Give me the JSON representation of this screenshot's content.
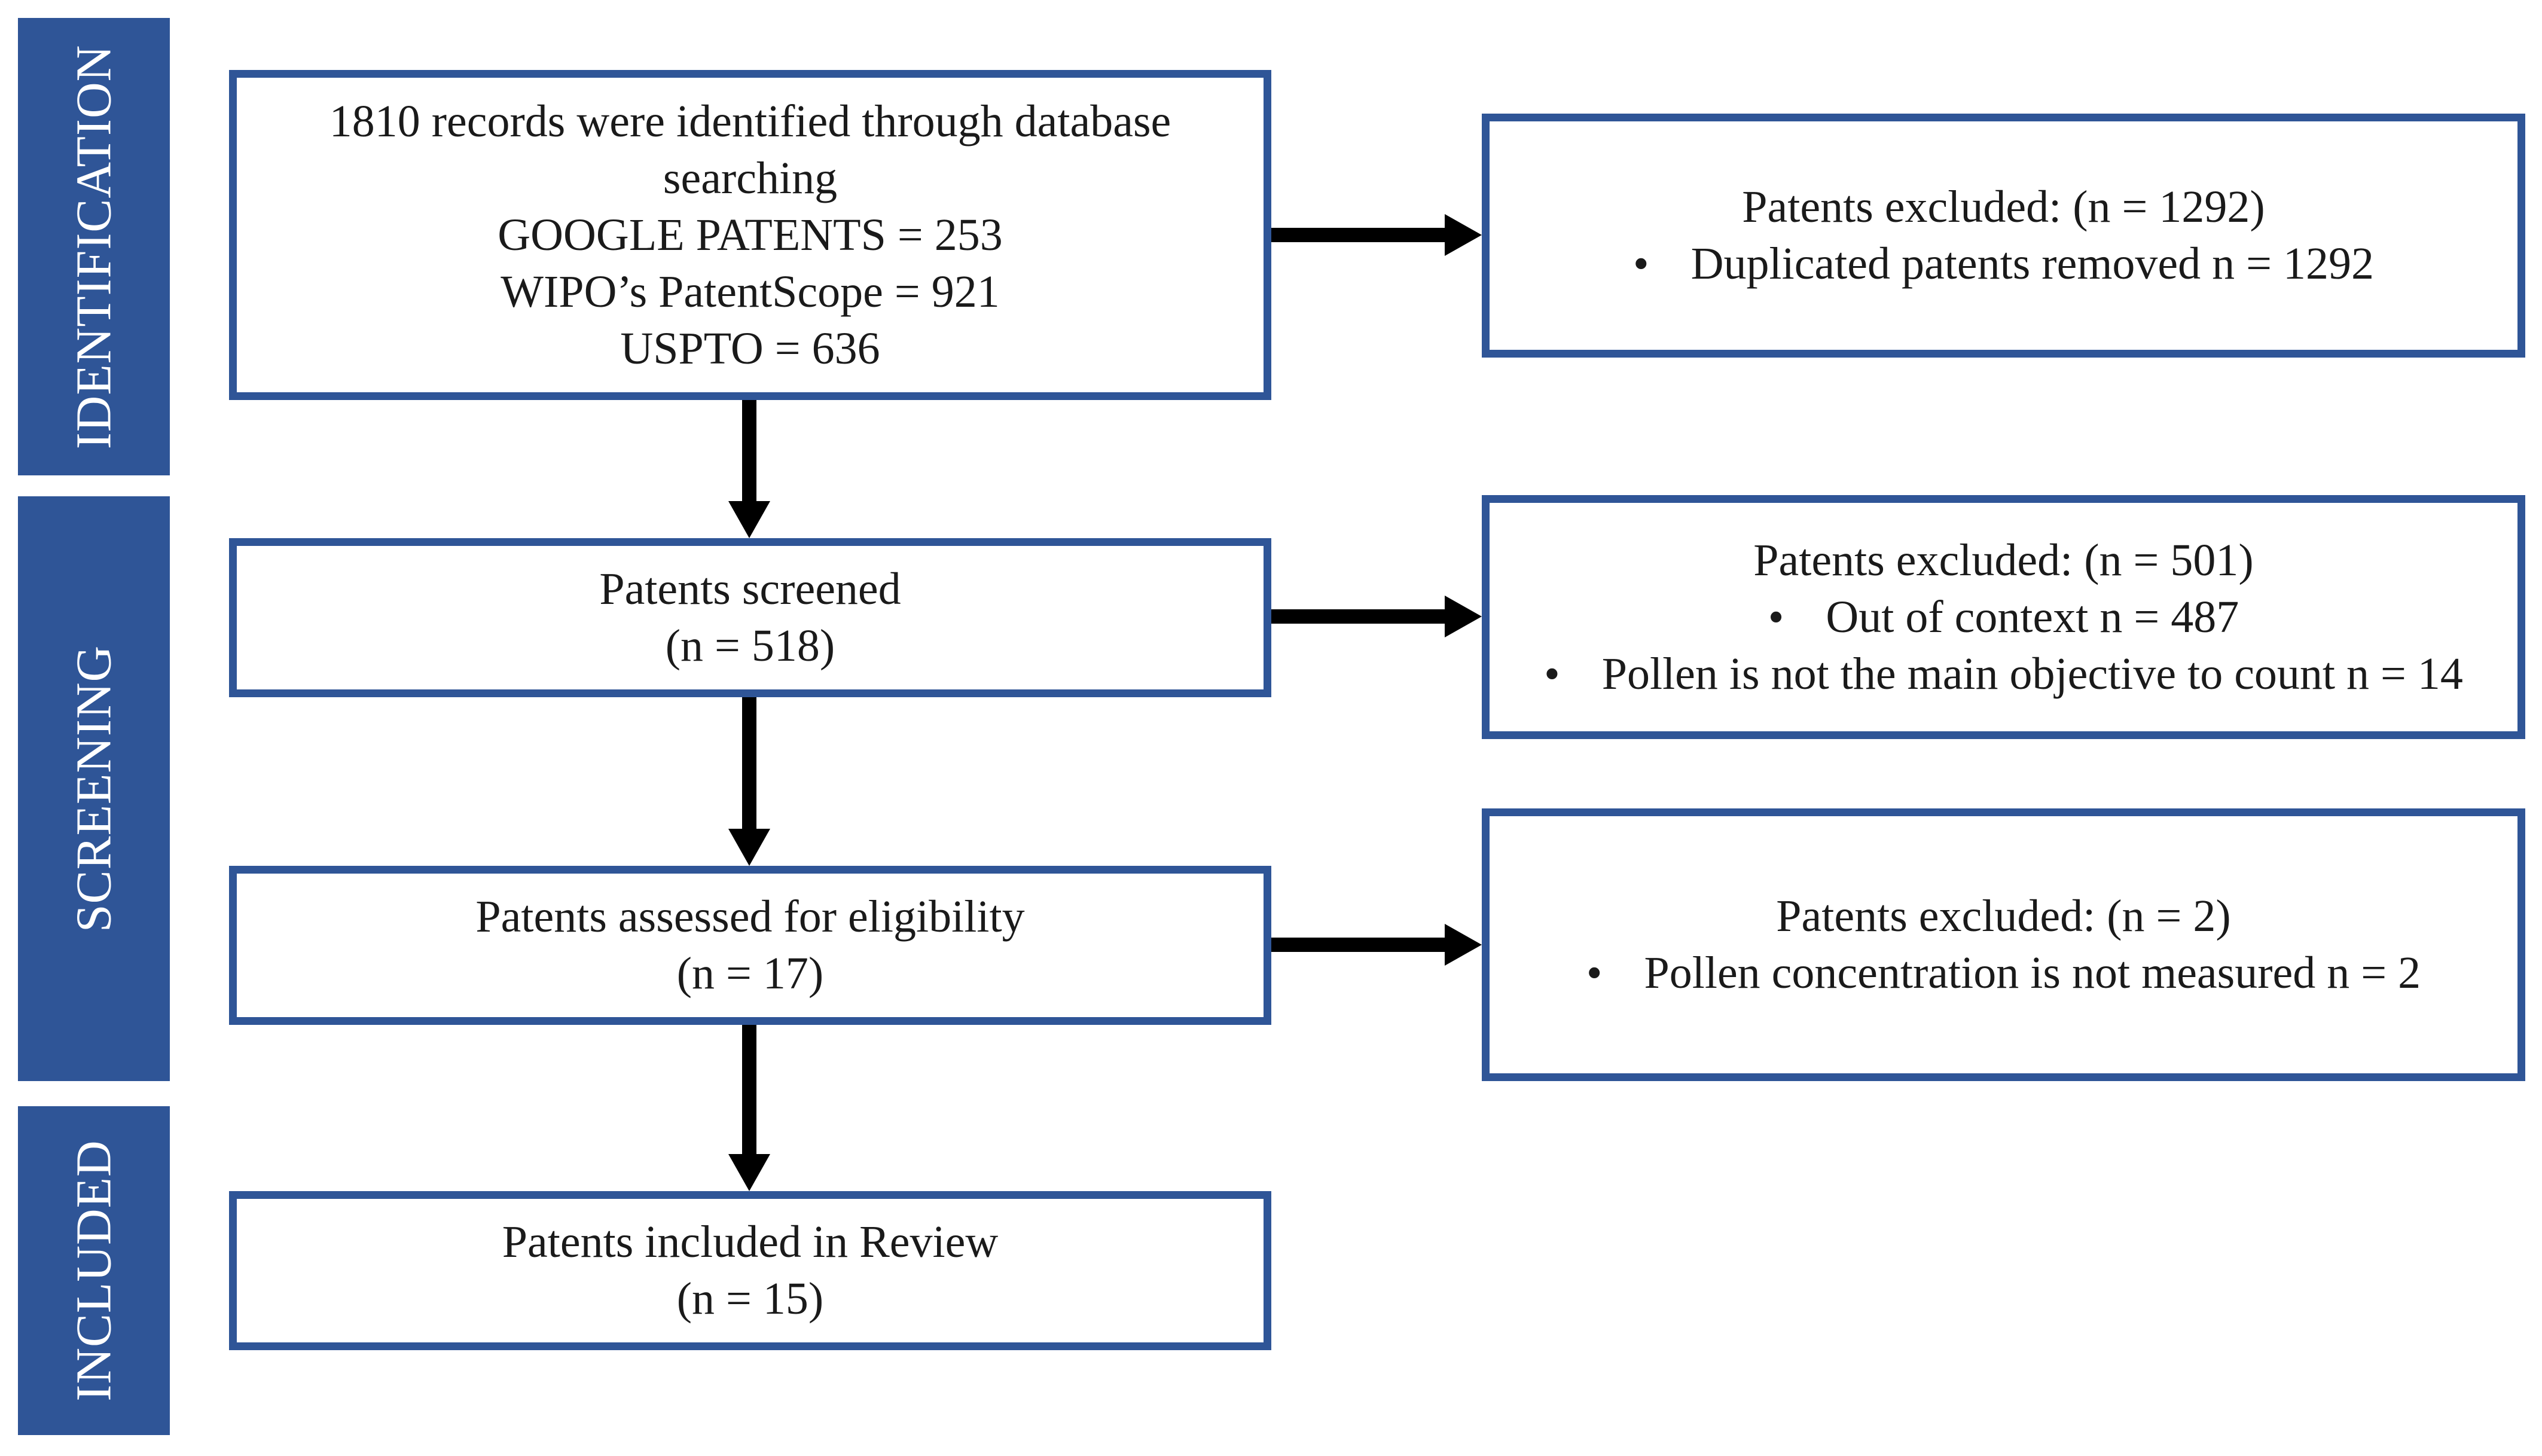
{
  "phases": {
    "identification": "IDENTIFICATION",
    "screening": "SCREENING",
    "included": "INCLUDED"
  },
  "flow": {
    "identified": {
      "line1": "1810 records were identified through database",
      "line2": "searching",
      "line3": "GOOGLE PATENTS = 253",
      "line4": "WIPO’s PatentScope = 921",
      "line5": "USPTO = 636"
    },
    "screened": {
      "line1": "Patents screened",
      "line2": "(n = 518)"
    },
    "eligibility": {
      "line1": "Patents assessed for eligibility",
      "line2": "(n = 17)"
    },
    "included": {
      "line1": "Patents included in Review",
      "line2": "(n = 15)"
    }
  },
  "exclusions": {
    "duplicates": {
      "title": "Patents excluded: (n = 1292)",
      "bullets": [
        "Duplicated patents removed n = 1292"
      ]
    },
    "screening": {
      "title": "Patents excluded: (n = 501)",
      "bullets": [
        "Out of context n = 487",
        "Pollen is not the main objective to count n = 14"
      ]
    },
    "eligibility": {
      "title": "Patents excluded: (n = 2)",
      "bullets": [
        "Pollen concentration is not measured n = 2"
      ]
    }
  },
  "colors": {
    "accent": "#2f5597",
    "arrow": "#000000"
  }
}
